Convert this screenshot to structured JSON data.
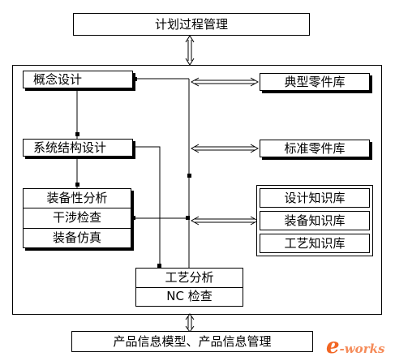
{
  "top": {
    "label": "计划过程管理"
  },
  "bottom": {
    "label": "产品信息模型、产品信息管理"
  },
  "left": {
    "concept": "概念设计",
    "system": "系统结构设计",
    "group": [
      "装备性分析",
      "干涉检查",
      "装备仿真"
    ]
  },
  "process": {
    "items": [
      "工艺分析",
      "NC 检查"
    ]
  },
  "right": {
    "typical": "典型零件库",
    "standard": "标准零件库",
    "knowledge": [
      "设计知识库",
      "装备知识库",
      "工艺知识库"
    ]
  },
  "watermark": {
    "e": "e",
    "rest": "-works"
  },
  "colors": {
    "line": "#000000",
    "watermark": "#f26522"
  }
}
